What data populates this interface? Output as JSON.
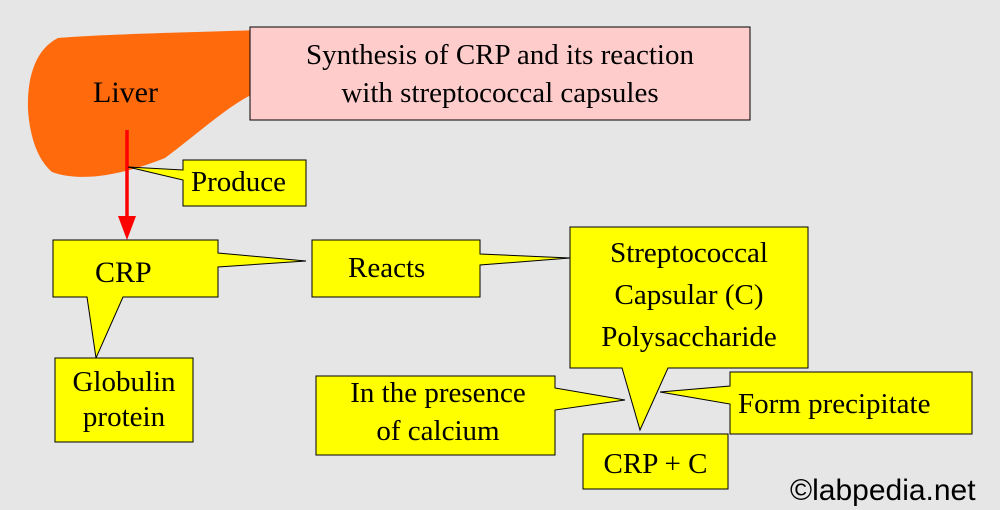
{
  "title": {
    "line1": "Synthesis of CRP and its reaction",
    "line2": "with streptococcal capsules"
  },
  "liver_label": "Liver",
  "produce_label": "Produce",
  "crp_label": "CRP",
  "globulin": {
    "line1": "Globulin",
    "line2": "protein"
  },
  "reacts_label": "Reacts",
  "strep": {
    "line1": "Streptococcal",
    "line2": "Capsular (C)",
    "line3": "Polysaccharide"
  },
  "calcium": {
    "line1": "In the presence",
    "line2": "of calcium"
  },
  "precipitate_label": "Form precipitate",
  "crp_c_label": "CRP + C",
  "watermark": "©labpedia.net",
  "colors": {
    "background": "#e6e6e6",
    "callout_fill": "#ffff00",
    "title_fill": "#ffcccc",
    "liver_fill": "#ff6a0d",
    "arrow": "#ff0000"
  }
}
